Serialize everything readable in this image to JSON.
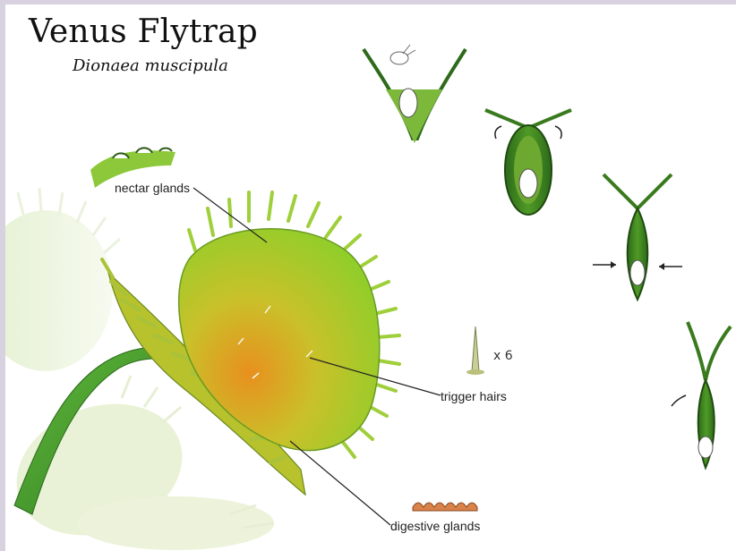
{
  "title": "Venus Flytrap",
  "subtitle": "Dionaea muscipula",
  "labels": {
    "nectar": "nectar glands",
    "trigger": "trigger hairs",
    "digestive": "digestive glands"
  },
  "trigger_count": "x 6",
  "colors": {
    "trap_green": "#8ccf2a",
    "trap_orange": "#e8901e",
    "stem_green": "#3e9a2c",
    "dark_outline": "#2d5a1a",
    "frame": "#d8d2e0"
  }
}
